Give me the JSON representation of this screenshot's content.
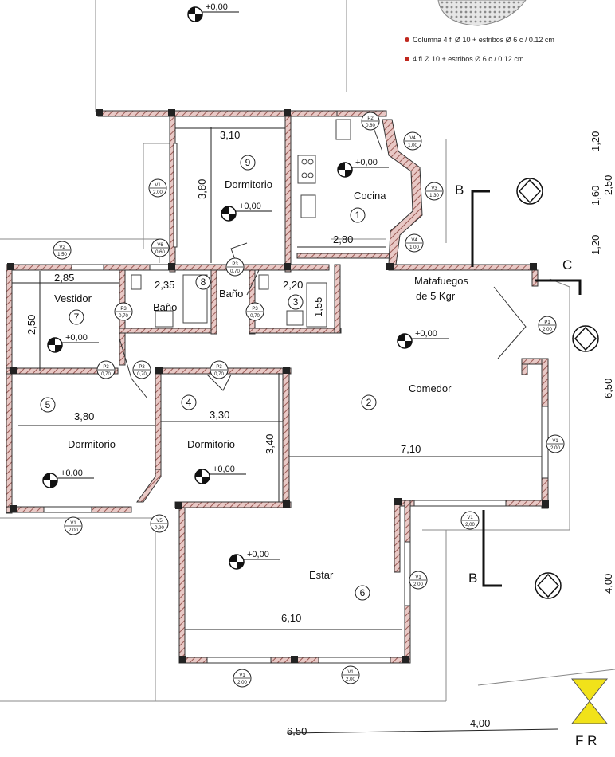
{
  "legend": [
    {
      "text": "Columna  4 fi Ø 10 + estribos Ø 6 c / 0.12 cm",
      "color": "#c0281e"
    },
    {
      "text": "4 fi Ø 10 + estribos Ø 6 c / 0.12 cm",
      "color": "#c0281e"
    }
  ],
  "rooms": {
    "r9_name": "Dormitorio",
    "r9_num": "9",
    "r1_name": "Cocina",
    "r1_num": "1",
    "r7_name": "Vestidor",
    "r7_num": "7",
    "r8_name": "Baño",
    "r8_num": "8",
    "r3_name": "Baño",
    "r3_num": "3",
    "r5_name": "Dormitorio",
    "r5_num": "5",
    "r4_name": "Dormitorio",
    "r4_num": "4",
    "r2_name": "Comedor",
    "r2_num": "2",
    "r6_name": "Estar",
    "r6_num": "6",
    "extinguisher": "Matafuegos",
    "extinguisher_2": "de 5 Kgr"
  },
  "levels": {
    "top": "+0,00",
    "dorm9": "+0,00",
    "cocina": "+0,00",
    "vestidor": "+0,00",
    "comedor": "+0,00",
    "dorm5": "+0,00",
    "dorm4": "+0,00",
    "estar": "+0,00"
  },
  "dims": {
    "d310": "3,10",
    "d380v": "3,80",
    "d280": "2,80",
    "d285": "2,85",
    "d235": "2,35",
    "d220": "2,20",
    "d155": "1,55",
    "d250": "2,50",
    "d380": "3,80",
    "d330": "3,30",
    "d340": "3,40",
    "d710": "7,10",
    "d610": "6,10",
    "d120a": "1,20",
    "d160": "1,60",
    "d120b": "1,20",
    "d650r": "6,50",
    "d650b": "6,50",
    "d400": "4,00",
    "d400r": "4,00",
    "d250r": "2,50"
  },
  "openings": {
    "p2": [
      "P2",
      "0,80"
    ],
    "v4a": [
      "V4",
      "1,00"
    ],
    "v3": [
      "V3",
      "1,30"
    ],
    "v4b": [
      "V4",
      "1,00"
    ],
    "v1a": [
      "V1",
      "2,00"
    ],
    "v2": [
      "V2",
      "1,50"
    ],
    "v6": [
      "V6",
      "0,60"
    ],
    "p3a": [
      "P3",
      "0,70"
    ],
    "p3b": [
      "P3",
      "0,70"
    ],
    "p3c": [
      "P3",
      "0,70"
    ],
    "p3d": [
      "P3",
      "0,70"
    ],
    "p3e": [
      "P3",
      "0,70"
    ],
    "p3f": [
      "P3",
      "0,70"
    ],
    "p1": [
      "P1",
      "2,00"
    ],
    "v1b": [
      "V1",
      "2,00"
    ],
    "v1c": [
      "V1",
      "2,00"
    ],
    "v5": [
      "V5",
      "0,90"
    ],
    "v1d": [
      "V1",
      "2,00"
    ],
    "v1e": [
      "V1",
      "2,00"
    ],
    "v1f": [
      "V1",
      "2,00"
    ],
    "v1g": [
      "V1",
      "2,00"
    ]
  },
  "sections": {
    "b_top": "B",
    "c": "C",
    "b_bot": "B",
    "fr": "F R"
  }
}
